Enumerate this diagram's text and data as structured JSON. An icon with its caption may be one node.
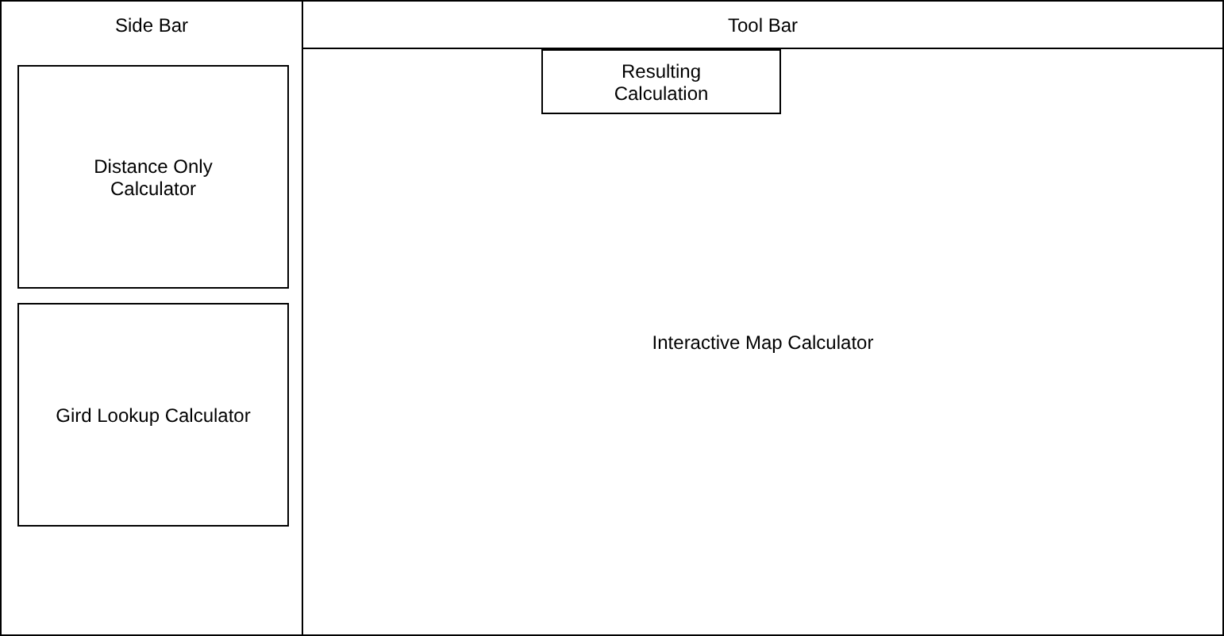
{
  "diagram": {
    "nodes": [
      {
        "text": [
          "Side Bar"
        ]
      },
      {
        "text": [
          "Distance Only Calculator"
        ],
        "in": 0
      },
      {
        "text": [
          "Gird Lookup Calculator"
        ],
        "in": 0
      },
      {
        "text": [
          "Tool Bar"
        ]
      },
      {
        "text": [
          "Interactive Map Calculator"
        ]
      },
      {
        "text": [
          "Resulting Calculation"
        ],
        "in": 4
      }
    ]
  }
}
